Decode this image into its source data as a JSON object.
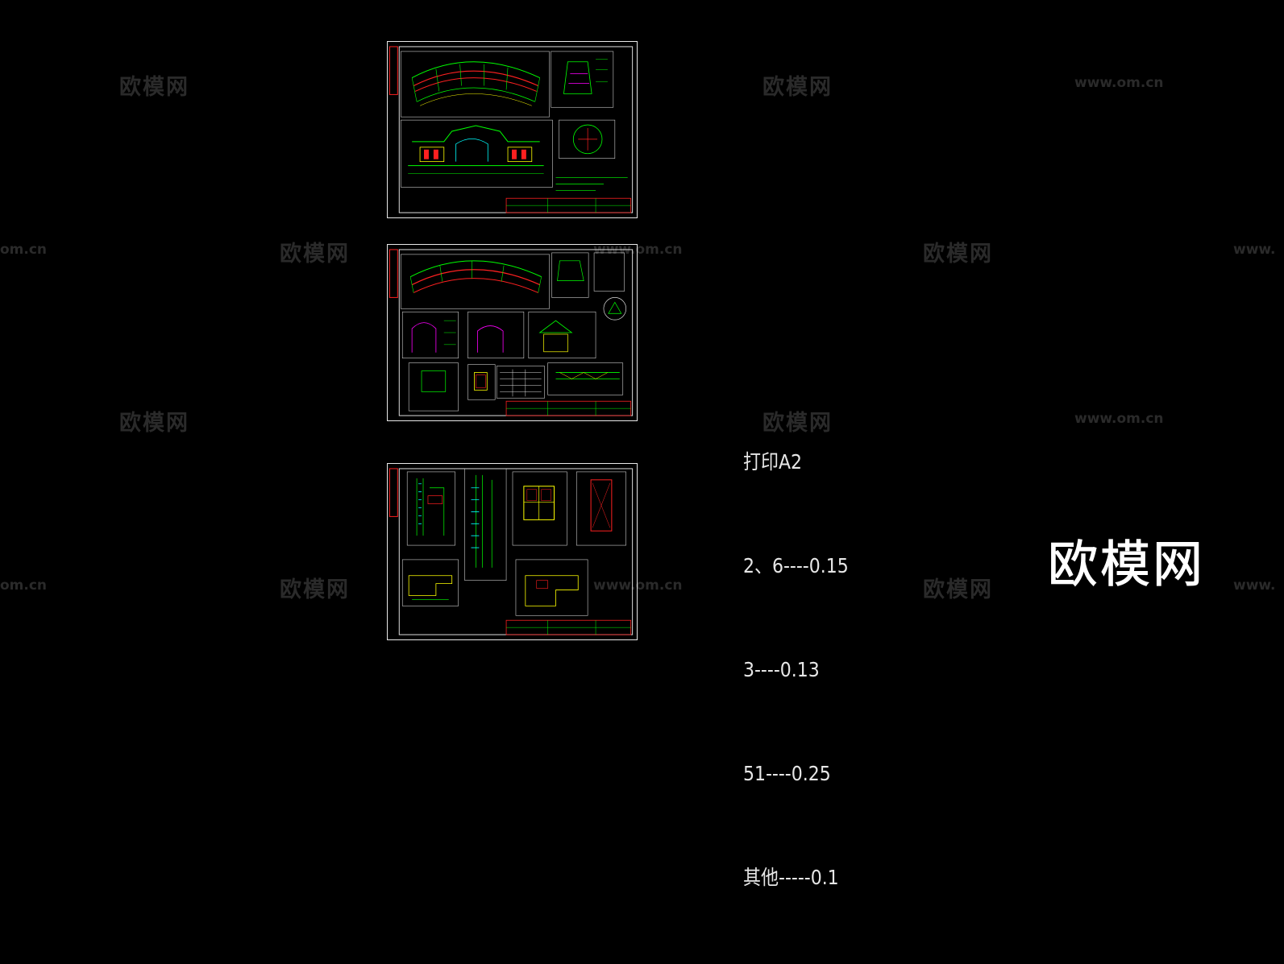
{
  "watermark": {
    "brand": "欧模网",
    "url": "www.om.cn",
    "url_partial_left": "om.cn",
    "url_partial_right": "www."
  },
  "print_notes": {
    "title": "打印A2",
    "lines": [
      "2、6----0.15",
      "3----0.13",
      "51----0.25",
      "其他-----0.1"
    ]
  },
  "logo": "欧模网",
  "colors": {
    "background": "#000000",
    "frame": "#e8e8e8",
    "cad_green": "#00ff00",
    "cad_red": "#ff2020",
    "cad_yellow": "#ffff00",
    "cad_magenta": "#ff00ff",
    "cad_cyan": "#00ffff"
  },
  "sheets": [
    {
      "id": "sheet-1"
    },
    {
      "id": "sheet-2"
    },
    {
      "id": "sheet-3"
    }
  ]
}
